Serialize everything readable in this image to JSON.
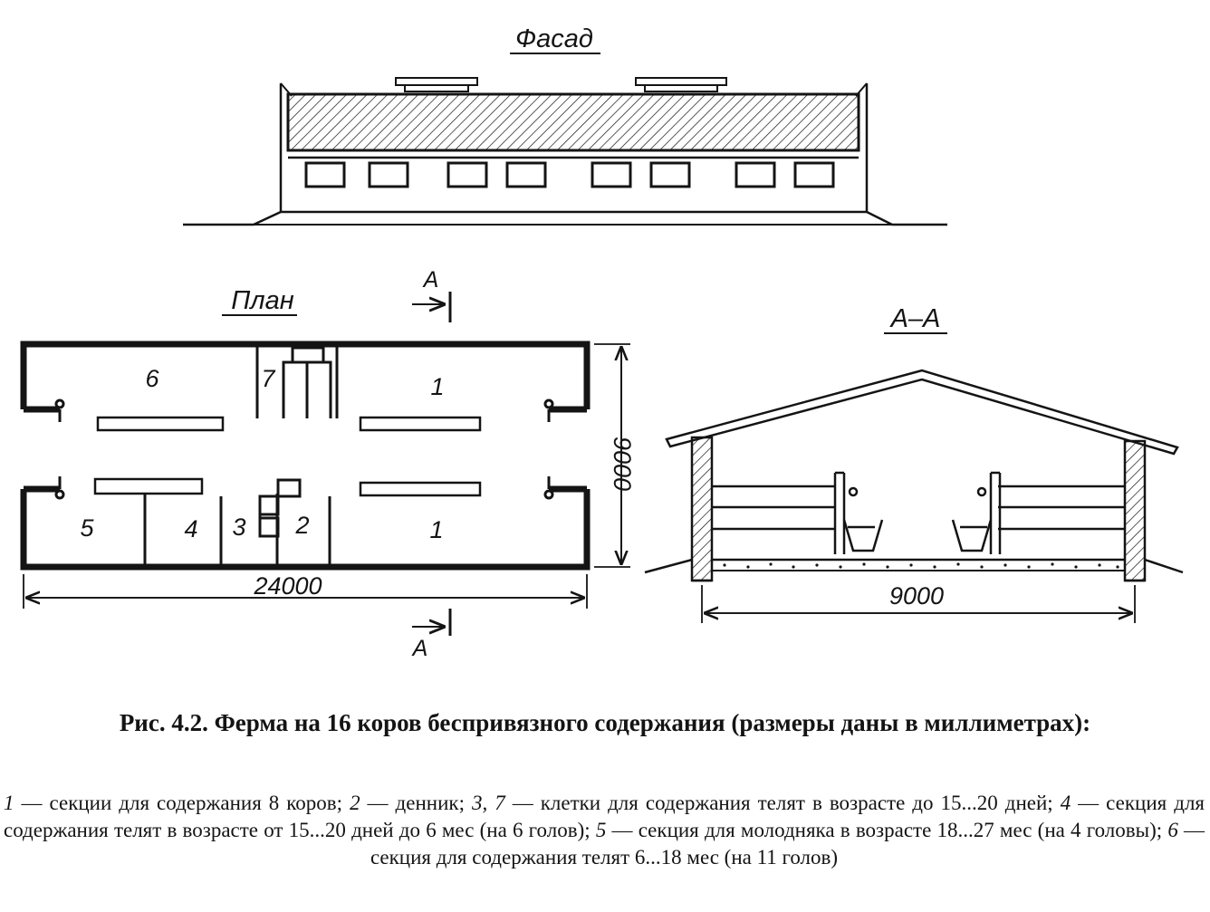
{
  "views": {
    "facade": {
      "title": "Фасад"
    },
    "plan": {
      "title": "План",
      "rooms": [
        "6",
        "7",
        "1",
        "5",
        "4",
        "3",
        "2",
        "1"
      ],
      "length_dim": "24000",
      "width_dim": "9000",
      "section_mark": "А"
    },
    "section": {
      "title": "А–А",
      "width_dim": "9000"
    }
  },
  "caption": {
    "text": "Рис. 4.2. Ферма на 16 коров беспривязного содержания (размеры даны в миллиметрах):"
  },
  "legend": [
    {
      "num": "1",
      "text": " — секции для содержания 8 коров; "
    },
    {
      "num": "2",
      "text": " — денник; "
    },
    {
      "num": "3, 7",
      "text": " — клетки для содержания телят в возрасте до 15...20 дней; "
    },
    {
      "num": "4",
      "text": " — секция для содержания телят в возрасте от 15...20 дней до 6 мес (на 6 голов); "
    },
    {
      "num": "5",
      "text": " — секция для молодняка в возрасте 18...27 мес (на 4 головы); "
    },
    {
      "num": "6",
      "text": " — секция для содержания телят 6...18 мес (на 11 голов)"
    }
  ]
}
